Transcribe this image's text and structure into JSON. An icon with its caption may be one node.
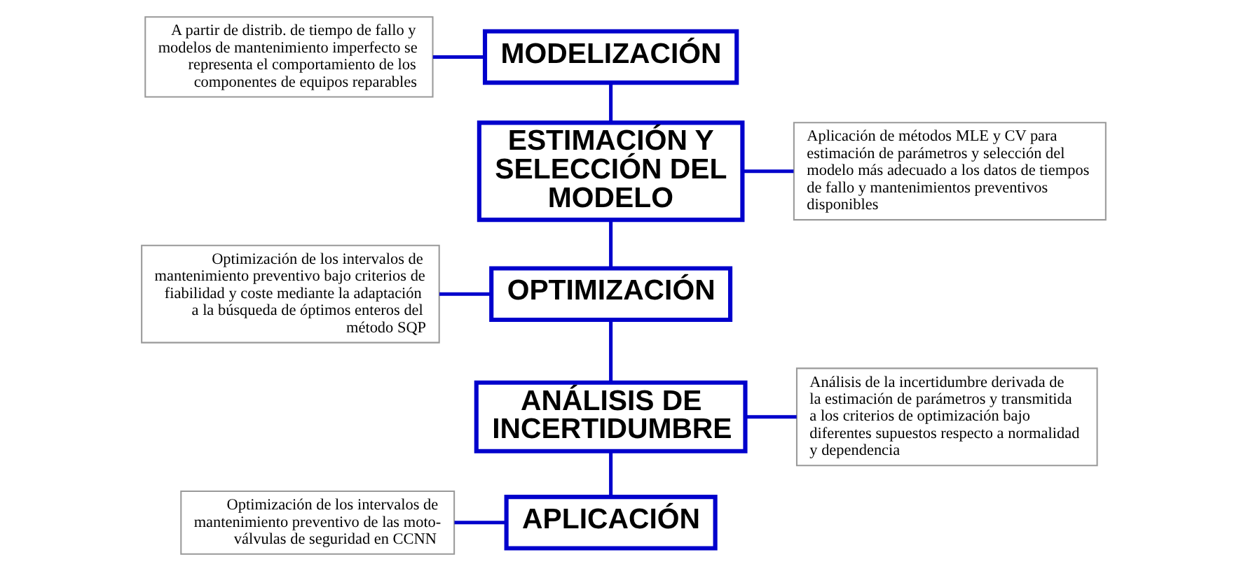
{
  "diagram": {
    "nodes": [
      {
        "text": [
          "A partir de distrib. de tiempo de fallo y modelos de mantenimiento imperfecto se representa el comportamiento de los componentes de equipos reparables"
        ]
      },
      {
        "text": [
          "MODELIZACIÓN"
        ]
      },
      {
        "text": [
          "ESTIMACIÓN Y SELECCIÓN DEL MODELO"
        ]
      },
      {
        "text": [
          "Aplicación de métodos MLE y CV para estimación de parámetros y selección del modelo más adecuado a los datos de tiempos de fallo y mantenimientos preventivos disponibles"
        ]
      },
      {
        "text": [
          "Optimización de los intervalos de mantenimiento preventivo bajo criterios de fiabilidad y coste mediante la adaptación a la búsqueda de óptimos enteros del método SQP"
        ]
      },
      {
        "text": [
          "OPTIMIZACIÓN"
        ]
      },
      {
        "text": [
          "ANÁLISIS DE INCERTIDUMBRE"
        ]
      },
      {
        "text": [
          "Análisis de la incertidumbre derivada de la estimación de parámetros y transmitida a los criterios de optimización bajo diferentes supuestos respecto a normalidad y dependencia"
        ]
      },
      {
        "text": [
          "Optimización de los intervalos de mantenimiento preventivo de las moto-válvulas de seguridad en CCNN"
        ]
      },
      {
        "text": [
          "APLICACIÓN"
        ]
      }
    ],
    "edges": [
      {
        "from": 1,
        "to": 0,
        "arrow": "none"
      },
      {
        "from": 1,
        "to": 2,
        "arrow": "none"
      },
      {
        "from": 2,
        "to": 3,
        "arrow": "none"
      },
      {
        "from": 2,
        "to": 5,
        "arrow": "none"
      },
      {
        "from": 5,
        "to": 4,
        "arrow": "none"
      },
      {
        "from": 5,
        "to": 6,
        "arrow": "none"
      },
      {
        "from": 6,
        "to": 7,
        "arrow": "none"
      },
      {
        "from": 6,
        "to": 9,
        "arrow": "none"
      },
      {
        "from": 9,
        "to": 8,
        "arrow": "none"
      }
    ]
  }
}
